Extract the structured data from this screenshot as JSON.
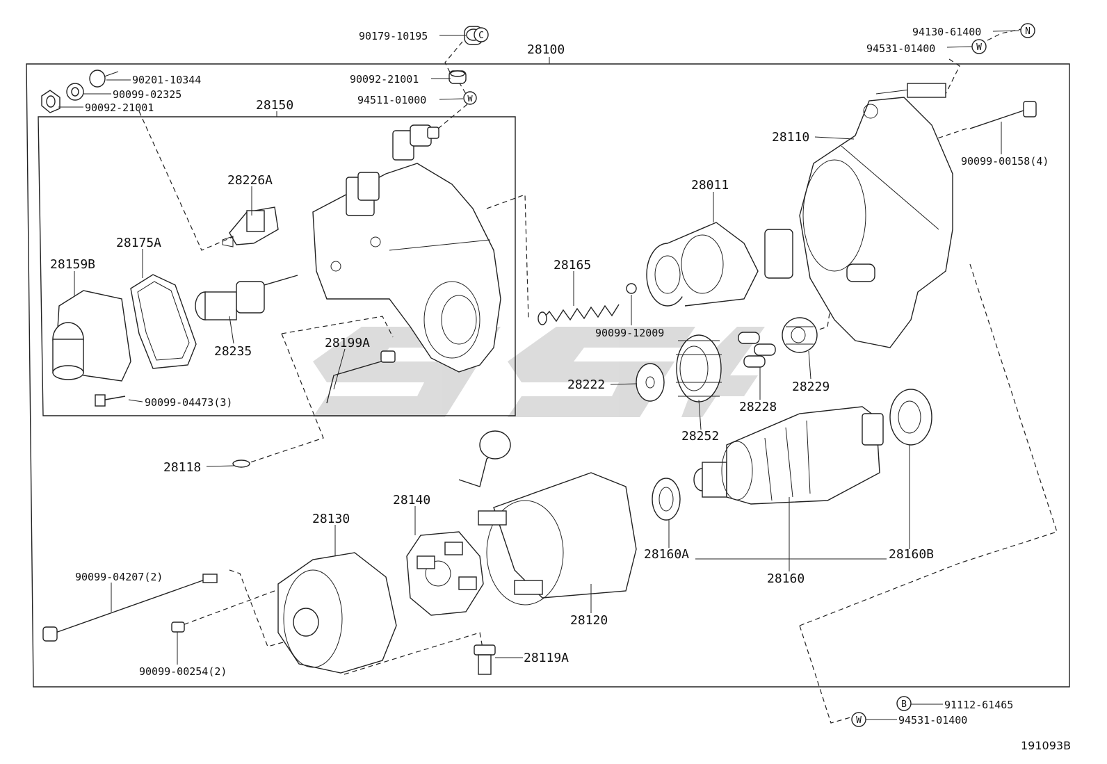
{
  "diagram_code": "191093B",
  "watermark_text": "",
  "assembly_number": "28100",
  "subassembly_number": "28150",
  "labels": {
    "p90179": "90179-10195",
    "p28100": "28100",
    "p94130": "94130-61400",
    "p94531_top": "94531-01400",
    "p90201": "90201-10344",
    "p90099_02325": "90099-02325",
    "p90092_a": "90092-21001",
    "p90092_b": "90092-21001",
    "p94511": "94511-01000",
    "p28150": "28150",
    "p28110": "28110",
    "p90099_00158": "90099-00158(4)",
    "p28226A": "28226A",
    "p28011": "28011",
    "p28175A": "28175A",
    "p28159B": "28159B",
    "p28165": "28165",
    "p90099_12009": "90099-12009",
    "p28235": "28235",
    "p28199A": "28199A",
    "p28222": "28222",
    "p28229": "28229",
    "p28228": "28228",
    "p90099_04473": "90099-04473(3)",
    "p28252": "28252",
    "p28118": "28118",
    "p28140": "28140",
    "p28130": "28130",
    "p28160A": "28160A",
    "p28160B": "28160B",
    "p28160": "28160",
    "p90099_04207": "90099-04207(2)",
    "p28120": "28120",
    "p90099_00254": "90099-00254(2)",
    "p28119A": "28119A",
    "p91112": "91112-61465",
    "p94531_bot": "94531-01400"
  },
  "callout_symbols": {
    "c": "C",
    "n": "N",
    "w": "W",
    "b": "B"
  }
}
